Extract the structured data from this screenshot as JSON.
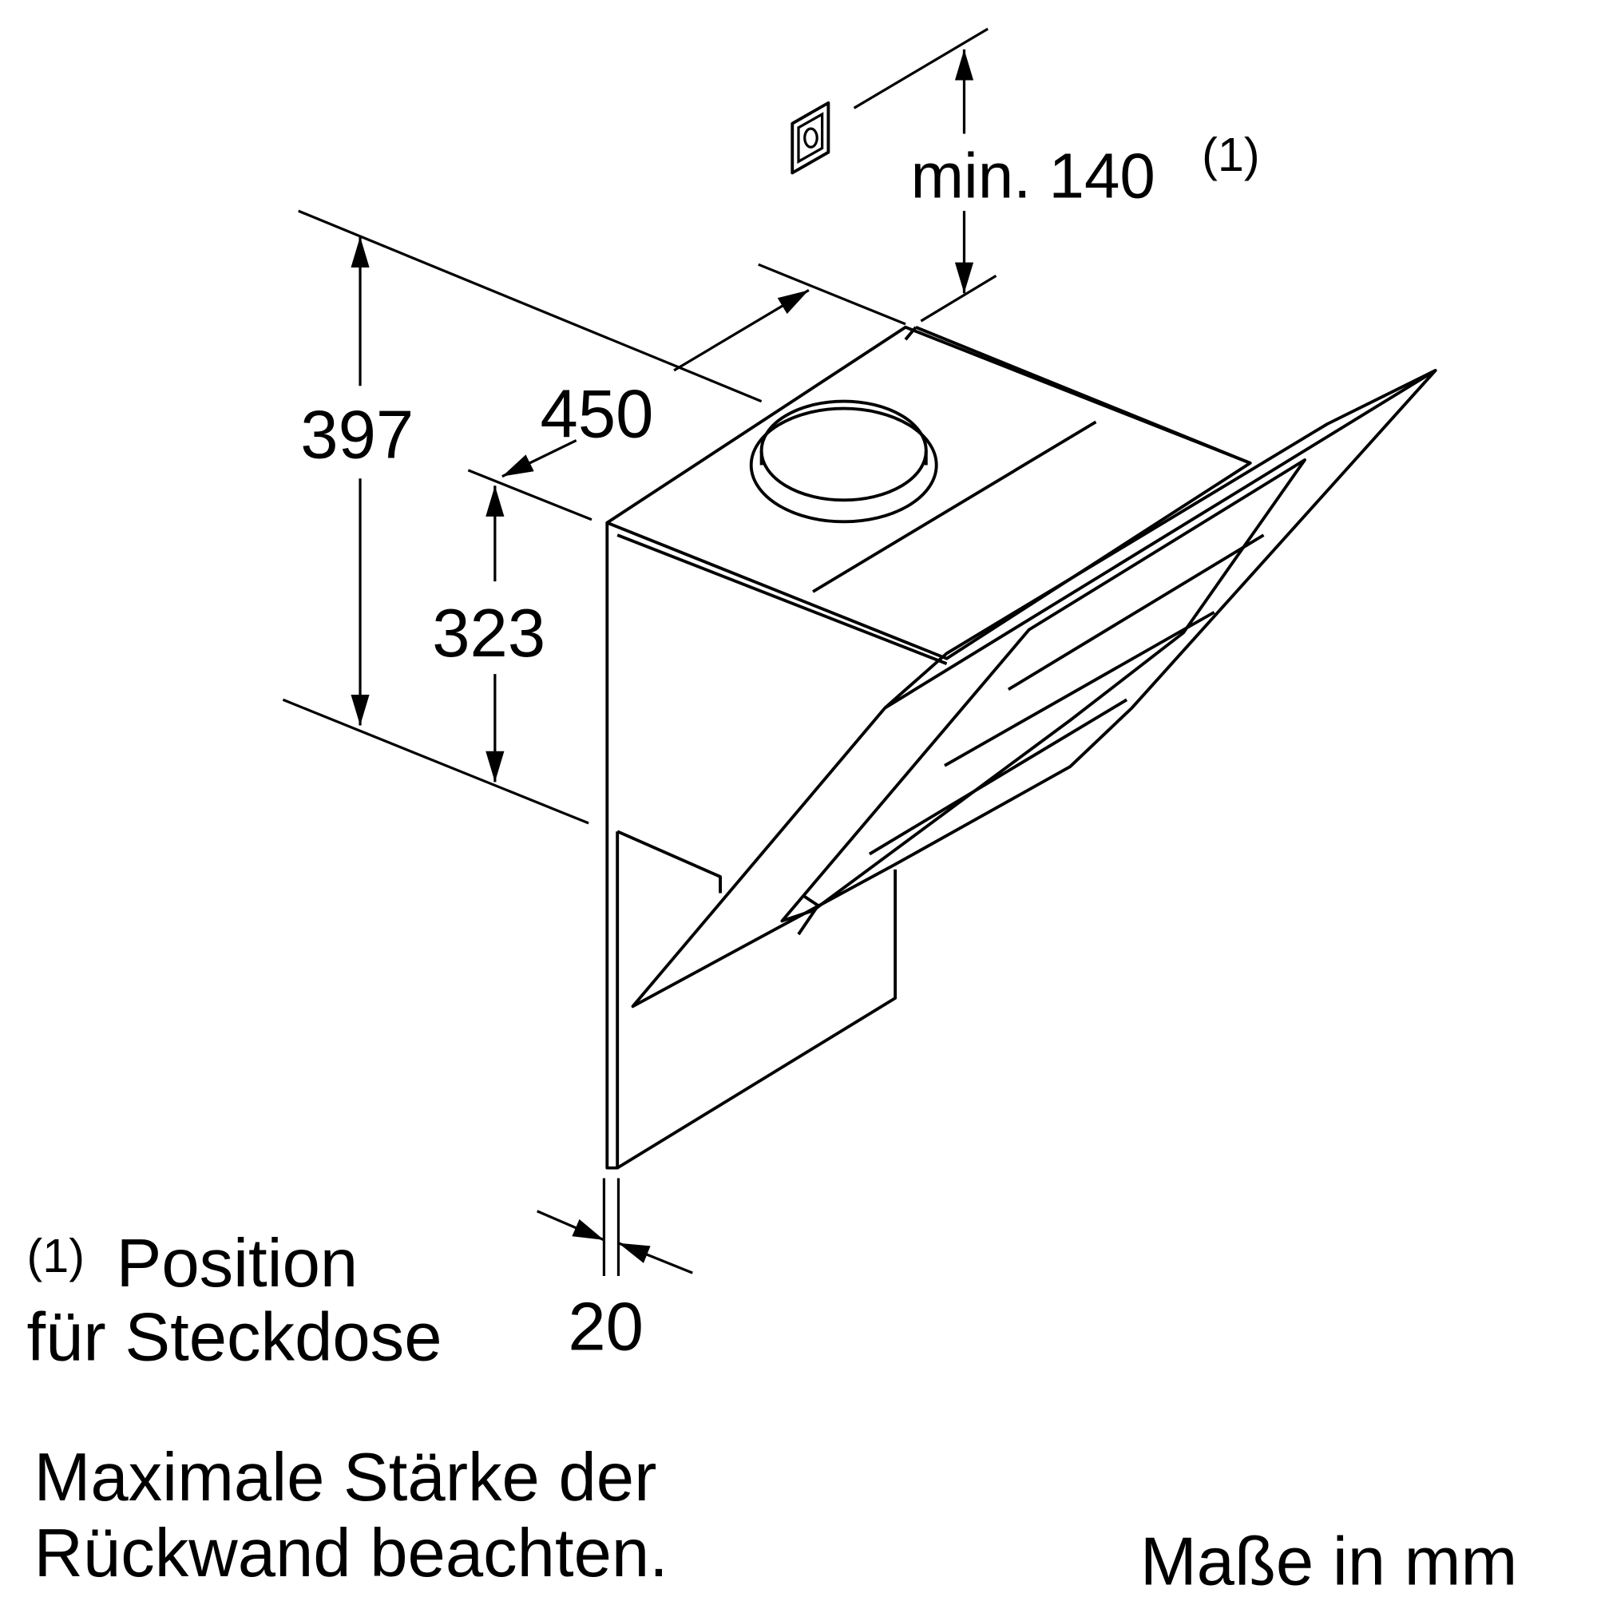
{
  "dimensions": {
    "socket_min": "min. 140",
    "socket_footnote_mark": "(1)",
    "total_height": "397",
    "depth": "450",
    "body_height": "323",
    "back_panel_thickness": "20"
  },
  "notes": {
    "footnote_mark": "(1)",
    "footnote_line1": "Position",
    "footnote_line2": "für Steckdose",
    "warning_line1": "Maximale Stärke der",
    "warning_line2": "Rückwand beachten.",
    "units": "Maße in mm"
  }
}
